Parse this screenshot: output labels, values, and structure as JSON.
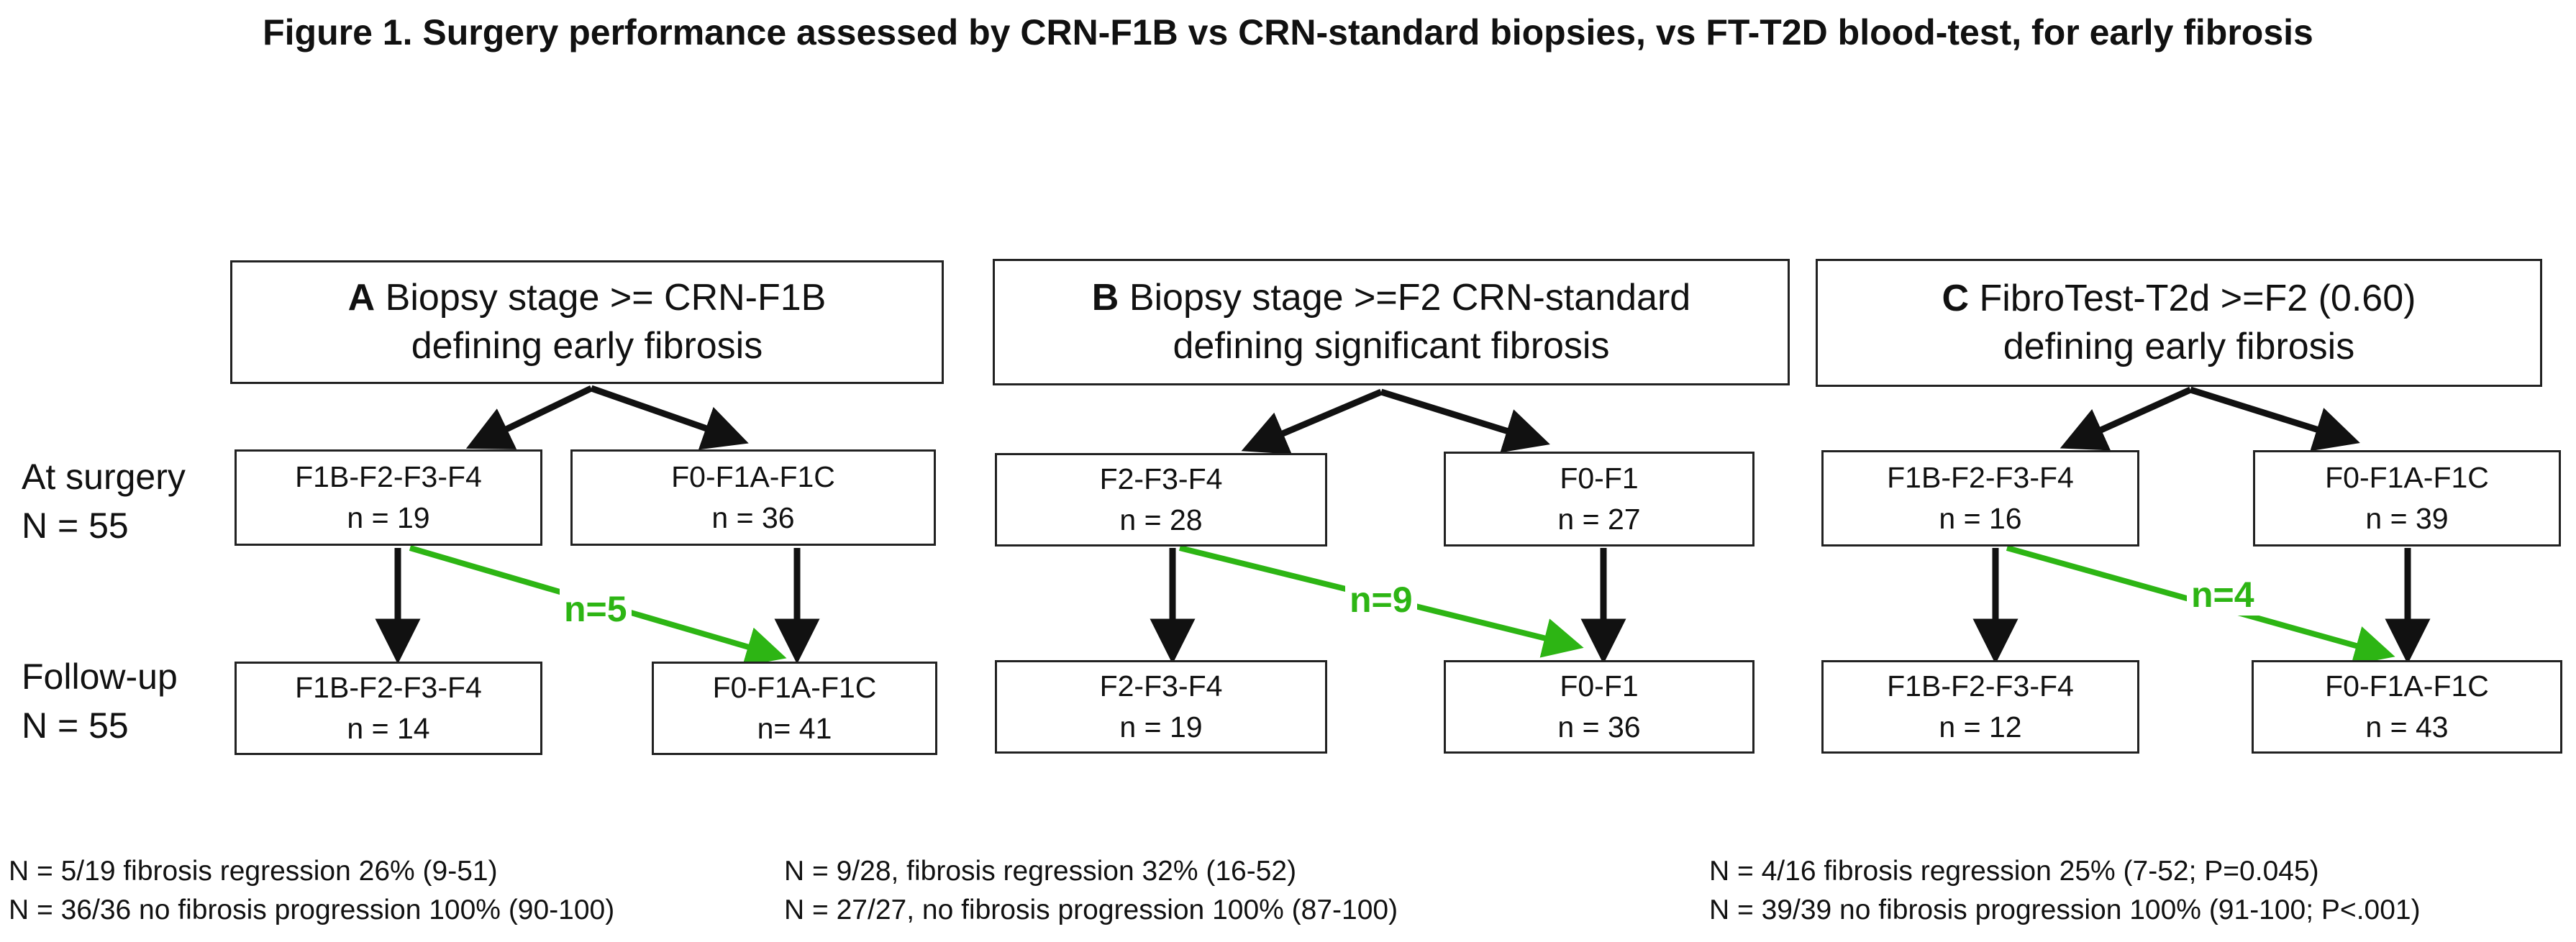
{
  "title": "Figure 1. Surgery performance assessed by CRN-F1B vs CRN-standard biopsies, vs FT-T2D blood-test, for early fibrosis",
  "row_labels": {
    "surgery_line1": "At surgery",
    "surgery_line2": "N = 55",
    "followup_line1": "Follow-up",
    "followup_line2": "N = 55"
  },
  "panels": [
    {
      "letter": "A",
      "header_line1": "Biopsy stage >= CRN-F1B",
      "header_line2": "defining early fibrosis",
      "surgery_left": {
        "label": "F1B-F2-F3-F4",
        "n": "n = 19"
      },
      "surgery_right": {
        "label": "F0-F1A-F1C",
        "n": "n = 36"
      },
      "followup_left": {
        "label": "F1B-F2-F3-F4",
        "n": "n = 14"
      },
      "followup_right": {
        "label": "F0-F1A-F1C",
        "n": "n= 41"
      },
      "transition": "n=5",
      "footnote_line1": "N = 5/19 fibrosis regression 26%  (9-51)",
      "footnote_line2": "N = 36/36 no fibrosis progression 100% (90-100)"
    },
    {
      "letter": "B",
      "header_line1": "Biopsy stage >=F2 CRN-standard",
      "header_line2": "defining significant fibrosis",
      "surgery_left": {
        "label": "F2-F3-F4",
        "n": "n = 28"
      },
      "surgery_right": {
        "label": "F0-F1",
        "n": "n = 27"
      },
      "followup_left": {
        "label": "F2-F3-F4",
        "n": "n = 19"
      },
      "followup_right": {
        "label": "F0-F1",
        "n": "n = 36"
      },
      "transition": "n=9",
      "footnote_line1": "N = 9/28, fibrosis regression 32%  (16-52)",
      "footnote_line2": "N = 27/27, no fibrosis progression 100% (87-100)"
    },
    {
      "letter": "C",
      "header_line1": "FibroTest-T2d >=F2 (0.60)",
      "header_line2": "defining early fibrosis",
      "surgery_left": {
        "label": "F1B-F2-F3-F4",
        "n": "n = 16"
      },
      "surgery_right": {
        "label": "F0-F1A-F1C",
        "n": "n = 39"
      },
      "followup_left": {
        "label": "F1B-F2-F3-F4",
        "n": "n = 12"
      },
      "followup_right": {
        "label": "F0-F1A-F1C",
        "n": "n = 43"
      },
      "transition": "n=4",
      "footnote_line1": "N = 4/16 fibrosis regression 25%  (7-52; P=0.045)",
      "footnote_line2": "N = 39/39 no fibrosis progression 100% (91-100; P<.001)"
    }
  ],
  "colors": {
    "arrow": "#111111",
    "transition_arrow": "#2db514",
    "box_border": "#222222"
  }
}
